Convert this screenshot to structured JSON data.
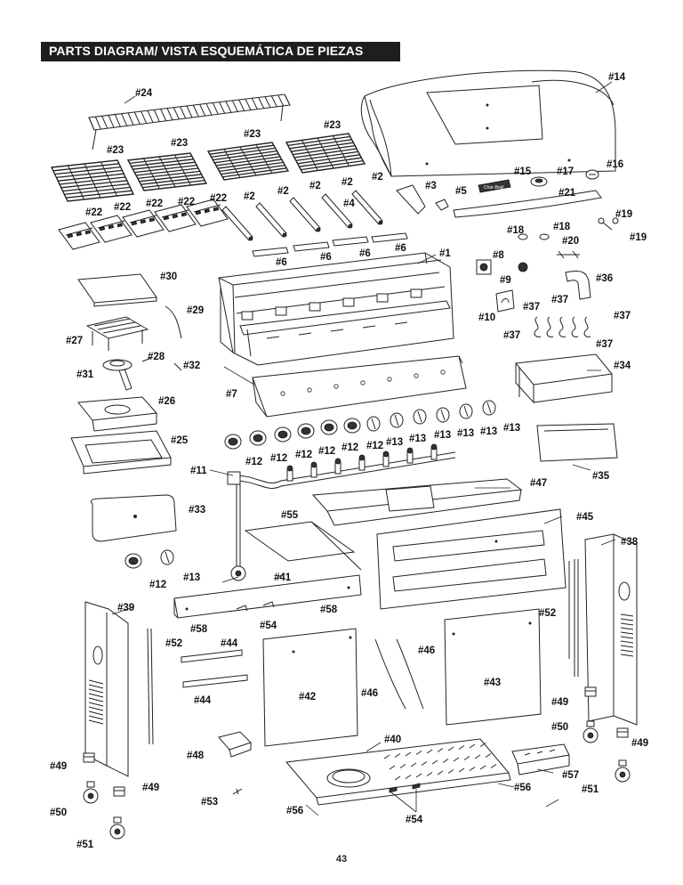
{
  "header": {
    "title": "PARTS DIAGRAM/ VISTA ESQUEMÁTICA DE PIEZAS",
    "background": "#1e1e1e",
    "text_color": "#ffffff"
  },
  "labels": {
    "p1": "#1",
    "p2": "#2",
    "p3": "#3",
    "p4": "#4",
    "p5": "#5",
    "p6": "#6",
    "p7": "#7",
    "p8": "#8",
    "p9": "#9",
    "p10": "#10",
    "p11": "#11",
    "p12": "#12",
    "p13": "#13",
    "p14": "#14",
    "p15": "#15",
    "p16": "#16",
    "p17": "#17",
    "p18": "#18",
    "p19": "#19",
    "p20": "#20",
    "p21": "#21",
    "p22": "#22",
    "p23": "#23",
    "p24": "#24",
    "p25": "#25",
    "p26": "#26",
    "p27": "#27",
    "p28": "#28",
    "p29": "#29",
    "p30": "#30",
    "p31": "#31",
    "p32": "#32",
    "p33": "#33",
    "p34": "#34",
    "p35": "#35",
    "p36": "#36",
    "p37": "#37",
    "p38": "#38",
    "p39": "#39",
    "p40": "#40",
    "p41": "#41",
    "p42": "#42",
    "p43": "#43",
    "p44": "#44",
    "p45": "#45",
    "p46": "#46",
    "p47": "#47",
    "p48": "#48",
    "p49": "#49",
    "p50": "#50",
    "p51": "#51",
    "p52": "#52",
    "p53": "#53",
    "p54": "#54",
    "p55": "#55",
    "p56": "#56",
    "p57": "#57",
    "p58": "#58"
  },
  "logo_text": "Char-Broil",
  "page_number": "43"
}
